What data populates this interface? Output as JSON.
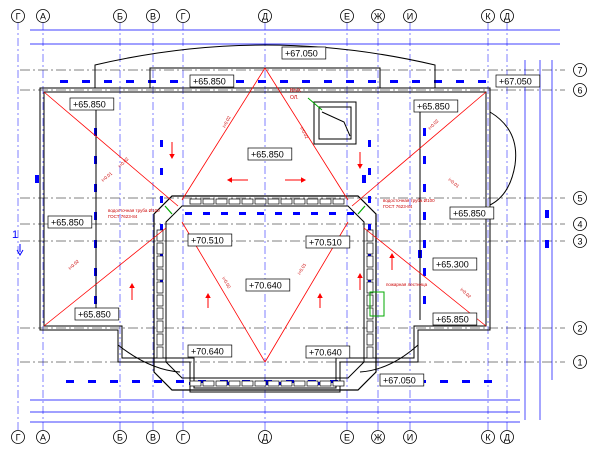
{
  "colors": {
    "grid": "#0000ff",
    "wall": "#000000",
    "slope": "#ff0000",
    "drain": "#00aa00",
    "dash": "#0000ff"
  },
  "axes": {
    "top_letters": [
      {
        "label": "Г",
        "circled": true
      },
      {
        "label": "А",
        "circled": true
      },
      {
        "label": "Б",
        "circled": true
      },
      {
        "label": "В",
        "circled": true
      },
      {
        "label": "Г",
        "circled": true
      },
      {
        "label": "Д",
        "circled": true
      },
      {
        "label": "Е",
        "circled": true
      },
      {
        "label": "Ж",
        "circled": true
      },
      {
        "label": "И",
        "circled": true
      },
      {
        "label": "К",
        "circled": true
      },
      {
        "label": "Д",
        "circled": true
      }
    ],
    "right_numbers": [
      "7",
      "6",
      "5",
      "4",
      "3",
      "2",
      "1"
    ],
    "section_mark": "1"
  },
  "elevations": [
    {
      "id": "top-center",
      "text": "+67.050"
    },
    {
      "id": "upper-left-parapet",
      "text": "+65.850"
    },
    {
      "id": "left-top",
      "text": "+65.850"
    },
    {
      "id": "right-top",
      "text": "+65.850"
    },
    {
      "id": "right-corner",
      "text": "+67.050"
    },
    {
      "id": "center-upper",
      "text": "+65.850"
    },
    {
      "id": "left-mid",
      "text": "+65.850"
    },
    {
      "id": "right-mid",
      "text": "+65.850"
    },
    {
      "id": "inner-tl",
      "text": "+70.510"
    },
    {
      "id": "inner-tr",
      "text": "+70.510"
    },
    {
      "id": "inner-center",
      "text": "+70.640"
    },
    {
      "id": "right-300",
      "text": "+65.300"
    },
    {
      "id": "left-bottom",
      "text": "+65.850"
    },
    {
      "id": "right-bottom",
      "text": "+65.850"
    },
    {
      "id": "inner-bl",
      "text": "+70.640"
    },
    {
      "id": "inner-br",
      "text": "+70.640"
    },
    {
      "id": "bottom-center",
      "text": "+67.050"
    }
  ],
  "notes": {
    "drain_left": [
      "водосточная труба Ø100",
      "ГОСТ 7623-84"
    ],
    "drain_right": [
      "водосточная труба Ø100",
      "ГОСТ 7623-84"
    ],
    "hatch": [
      "ВЫХ",
      "ОЛ."
    ],
    "ladder": "пожарная лестница"
  },
  "slope_labels": [
    "i=0.02",
    "i=0.02",
    "i=0.02",
    "i=0.02",
    "i=0.02",
    "i=0.02",
    "i=0.02",
    "i=0.01",
    "i=0.01",
    "i=0.01"
  ]
}
